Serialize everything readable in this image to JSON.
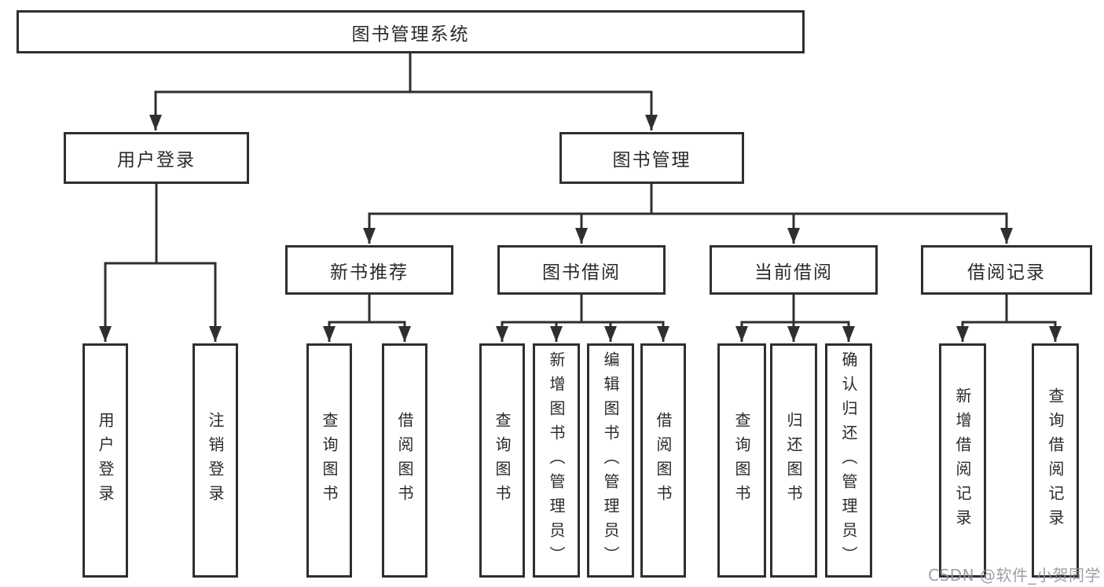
{
  "diagram_type": "tree",
  "tree": {
    "label": "图书管理系统",
    "children": [
      {
        "label": "用户登录",
        "children": [
          {
            "label": "用户登录"
          },
          {
            "label": "注销登录"
          }
        ]
      },
      {
        "label": "图书管理",
        "children": [
          {
            "label": "新书推荐",
            "children": [
              {
                "label": "查询图书"
              },
              {
                "label": "借阅图书"
              }
            ]
          },
          {
            "label": "图书借阅",
            "children": [
              {
                "label": "查询图书"
              },
              {
                "label": "新增图书（管理员）"
              },
              {
                "label": "编辑图书（管理员）"
              },
              {
                "label": "借阅图书"
              }
            ]
          },
          {
            "label": "当前借阅",
            "children": [
              {
                "label": "查询图书"
              },
              {
                "label": "归还图书"
              },
              {
                "label": "确认归还（管理员）"
              }
            ]
          },
          {
            "label": "借阅记录",
            "children": [
              {
                "label": "新增借阅记录"
              },
              {
                "label": "查询借阅记录"
              }
            ]
          }
        ]
      }
    ]
  },
  "watermark": {
    "text": "CSDN @软件_小贺同学"
  },
  "colors": {
    "line": "#2f2f2f",
    "box_border": "#2f2f2f",
    "text": "#2a2a2a",
    "watermark": "#94949e",
    "background": "#ffffff"
  }
}
